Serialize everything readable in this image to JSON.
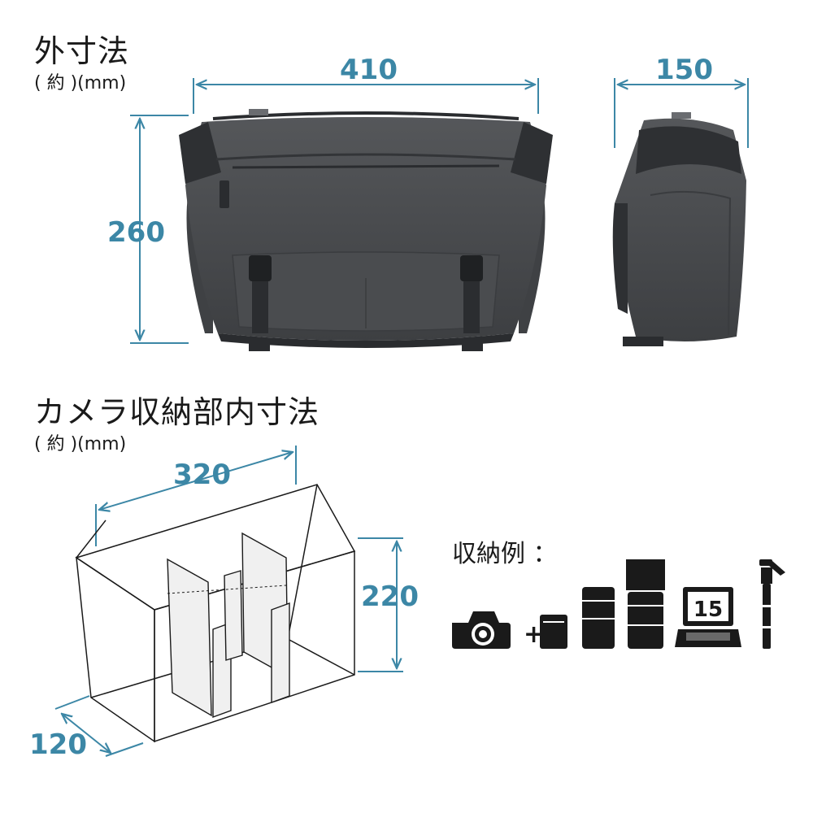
{
  "outer": {
    "heading": "外寸法",
    "unit": "( 約 )(mm)",
    "width": "410",
    "height": "260",
    "depth": "150"
  },
  "inner": {
    "heading": "カメラ収納部内寸法",
    "unit": "( 約 )(mm)",
    "width": "320",
    "height": "220",
    "depth": "120"
  },
  "storage": {
    "label": "収納例 ：",
    "plus": "+",
    "laptop_size": "15",
    "icons": [
      "camera-icon",
      "small-lens-icon",
      "tele-lens-icon",
      "hooded-lens-icon",
      "laptop-icon",
      "tripod-icon"
    ]
  },
  "colors": {
    "accent": "#3c87a6",
    "bag": "#46484b"
  }
}
